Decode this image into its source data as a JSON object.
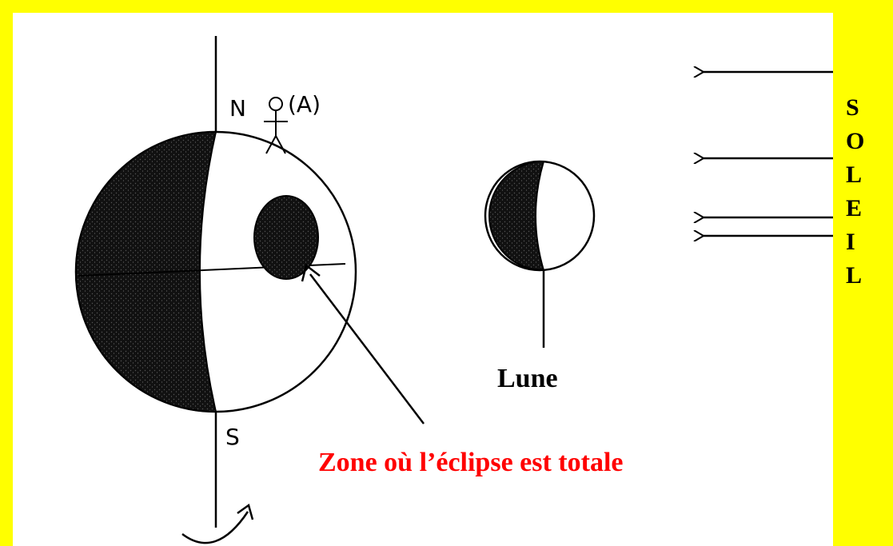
{
  "diagram": {
    "north_label": "N",
    "south_label": "S",
    "observer_label": "(A)",
    "moon_label": "Lune",
    "zone_label": "Zone où l’éclipse  est totale",
    "sun_letters": [
      "S",
      "O",
      "L",
      "E",
      "I",
      "L"
    ],
    "colors": {
      "background": "#ffff00",
      "panel": "#ffffff",
      "ink": "#000000",
      "zone_text": "#ff0000"
    }
  }
}
